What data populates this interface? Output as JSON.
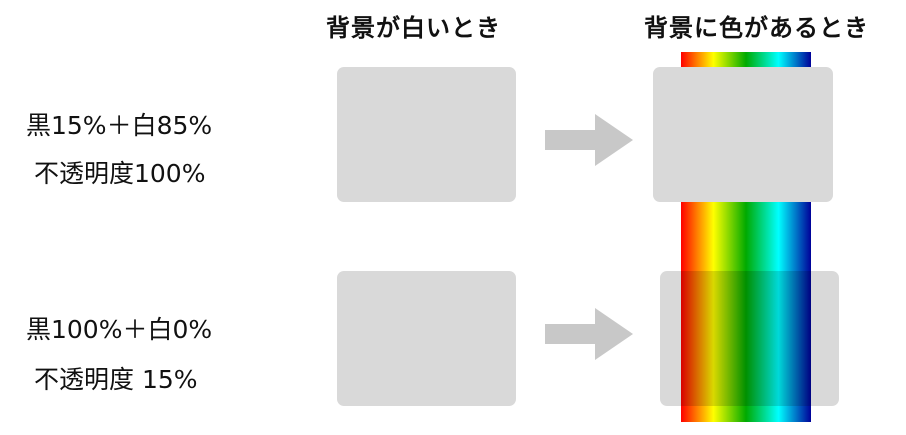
{
  "headers": {
    "white_bg": "背景が白いとき",
    "colored_bg": "背景に色があるとき"
  },
  "rows": [
    {
      "line1": "黒15%＋白85%",
      "line2": "不透明度100%"
    },
    {
      "line1": "黒100%＋白0%",
      "line2": "不透明度 15%"
    }
  ],
  "colors": {
    "box_opaque": "#d9d9d9",
    "box_translucent": "rgba(0,0,0,0.15)",
    "arrow": "#c8c8c8",
    "rainbow": [
      "#ff0000",
      "#ffff00",
      "#00aa00",
      "#00ffff",
      "#000099"
    ]
  },
  "icons": {
    "arrow": "right-arrow-icon"
  }
}
